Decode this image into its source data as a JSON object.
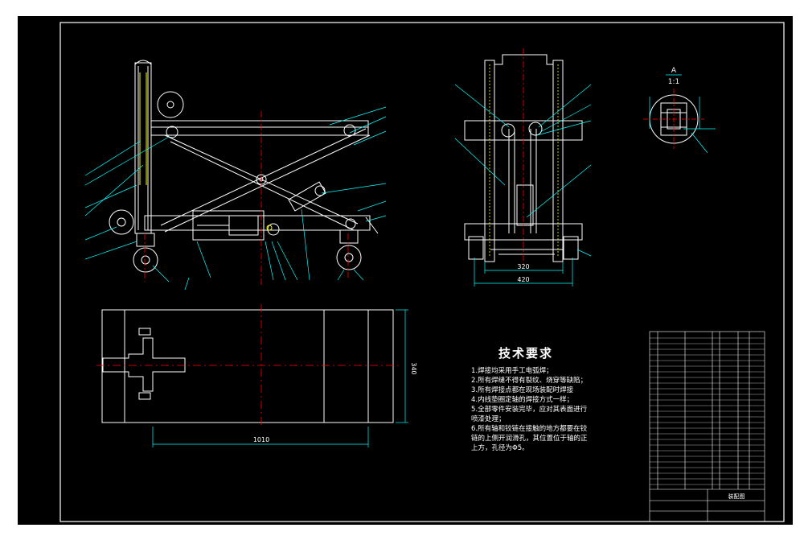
{
  "drawing": {
    "section_label": "A",
    "section_scale": "1:1",
    "dimensions": {
      "width_inner": "320",
      "width_outer": "420",
      "length": "1010",
      "height": "340"
    }
  },
  "technical_requirements": {
    "title": "技术要求",
    "items": [
      "1.焊接均采用手工电弧焊；",
      "2.所有焊缝不得有裂纹、烧穿等缺陷；",
      "3.所有焊接点都在现场装配时焊接",
      "4.内线垫圈定轴的焊接方式一样；",
      "5.全部零件安装完毕，应对其表面进行",
      "喷漆处理；",
      "6.所有轴和铰链在接触的地方都要在铰",
      "链的上侧开润滑孔，其位置位于轴的正",
      "上方，孔径为Φ5。"
    ]
  },
  "title_block": {
    "assembly_label": "装配图"
  },
  "colors": {
    "background": "#000000",
    "lines": "#ffffff",
    "leaders": "#00ffff",
    "centerline": "#ff0000",
    "highlight": "#ffff00"
  }
}
